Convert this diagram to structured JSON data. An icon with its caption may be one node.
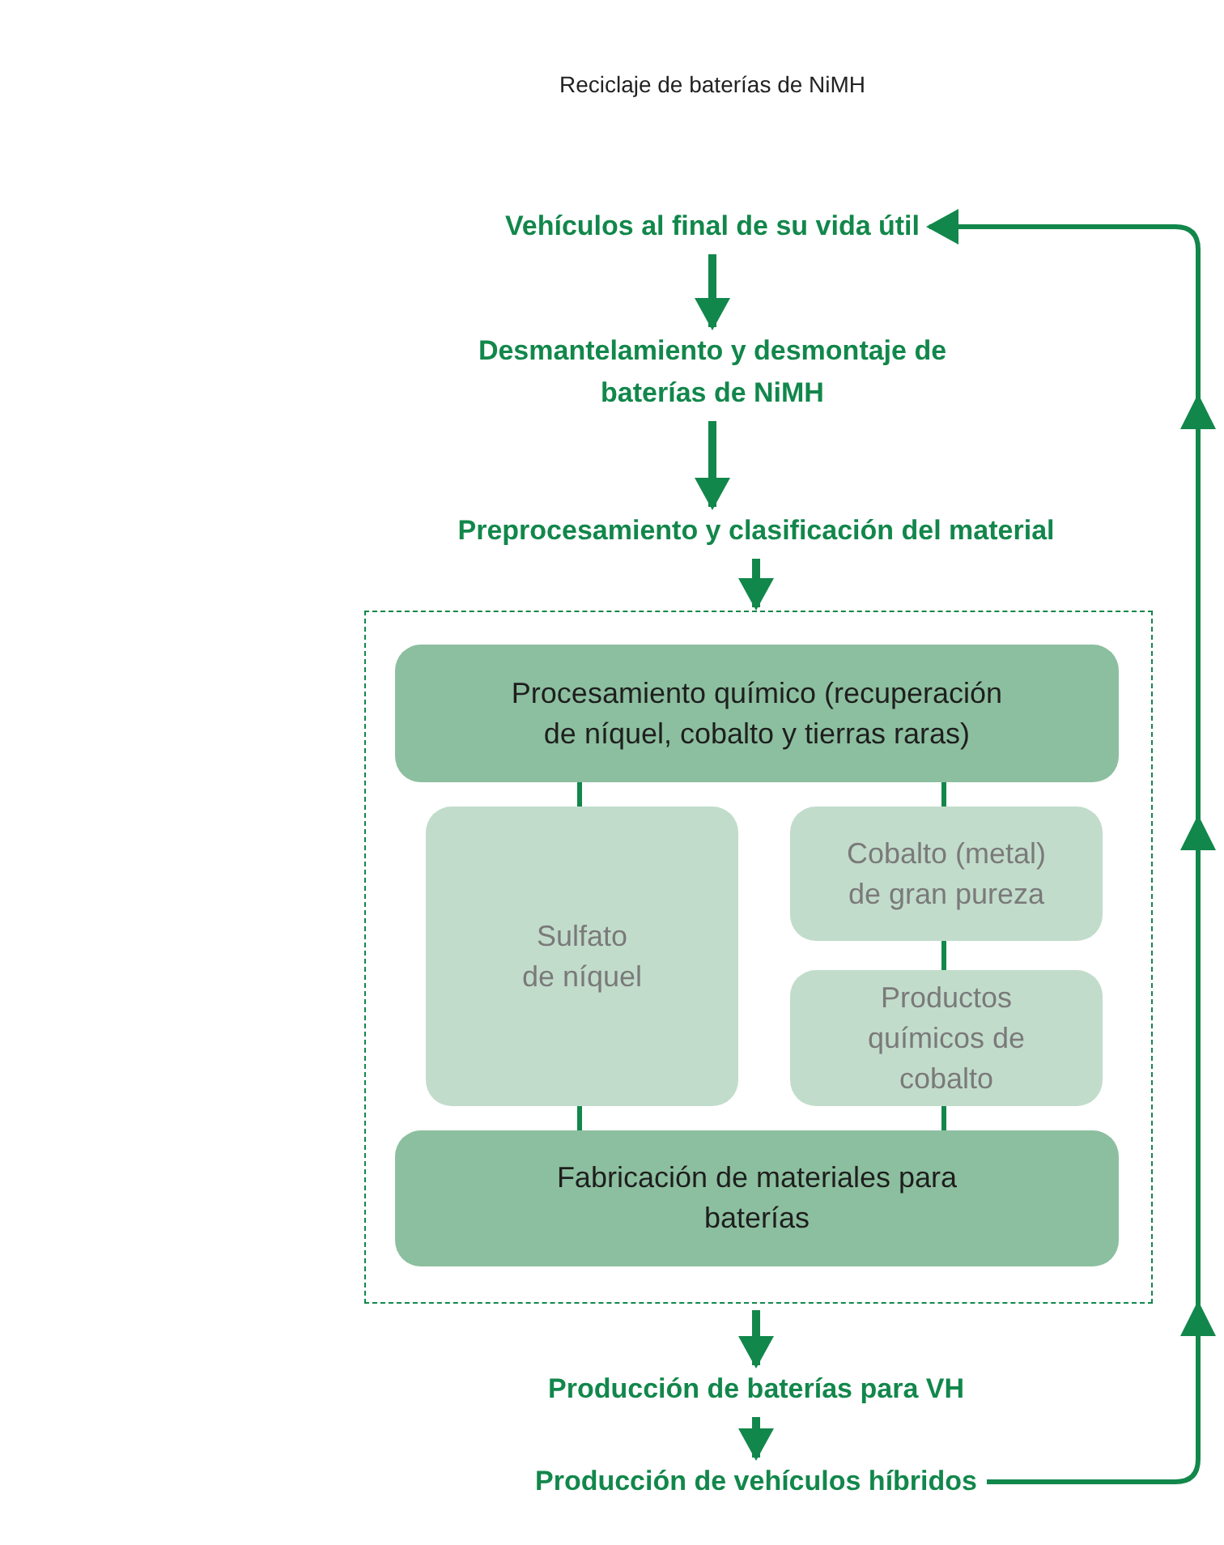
{
  "diagram": {
    "title": "Reciclaje de baterías de NiMH",
    "nodes": [
      {
        "text": [
          "Vehículos al final de su vida útil"
        ]
      },
      {
        "text": [
          "Desmantelamiento y desmontaje de baterías de NiMH"
        ]
      },
      {
        "text": [
          "Preprocesamiento y clasificación del material"
        ]
      },
      {
        "text": [],
        "shape": "box"
      },
      {
        "text": [
          "Procesamiento químico (recuperación de níquel, cobalto y tierras raras)"
        ],
        "in": 3
      },
      {
        "text": [
          "Sulfato de níquel"
        ],
        "in": 3
      },
      {
        "text": [
          "Cobalto (metal) de gran pureza"
        ],
        "in": 3
      },
      {
        "text": [
          "Productos químicos de cobalto"
        ],
        "in": 3
      },
      {
        "text": [
          "Fabricación de materiales para baterías"
        ],
        "in": 3
      },
      {
        "text": [
          "Producción de baterías para VH"
        ]
      },
      {
        "text": [
          "Producción de vehículos híbridos"
        ]
      }
    ],
    "edges": [
      {
        "from": 0,
        "to": 1,
        "arrow": "to"
      },
      {
        "from": 1,
        "to": 2,
        "arrow": "to"
      },
      {
        "from": 2,
        "to": 3,
        "arrow": "to"
      },
      {
        "from": 4,
        "to": 5,
        "arrow": "none"
      },
      {
        "from": 4,
        "to": 6,
        "arrow": "none"
      },
      {
        "from": 6,
        "to": 7,
        "arrow": "none"
      },
      {
        "from": 5,
        "to": 8,
        "arrow": "none"
      },
      {
        "from": 7,
        "to": 8,
        "arrow": "none"
      },
      {
        "from": 3,
        "to": 9,
        "arrow": "to"
      },
      {
        "from": 9,
        "to": 10,
        "arrow": "to"
      },
      {
        "from": 10,
        "to": 0,
        "arrow": "to"
      }
    ]
  }
}
